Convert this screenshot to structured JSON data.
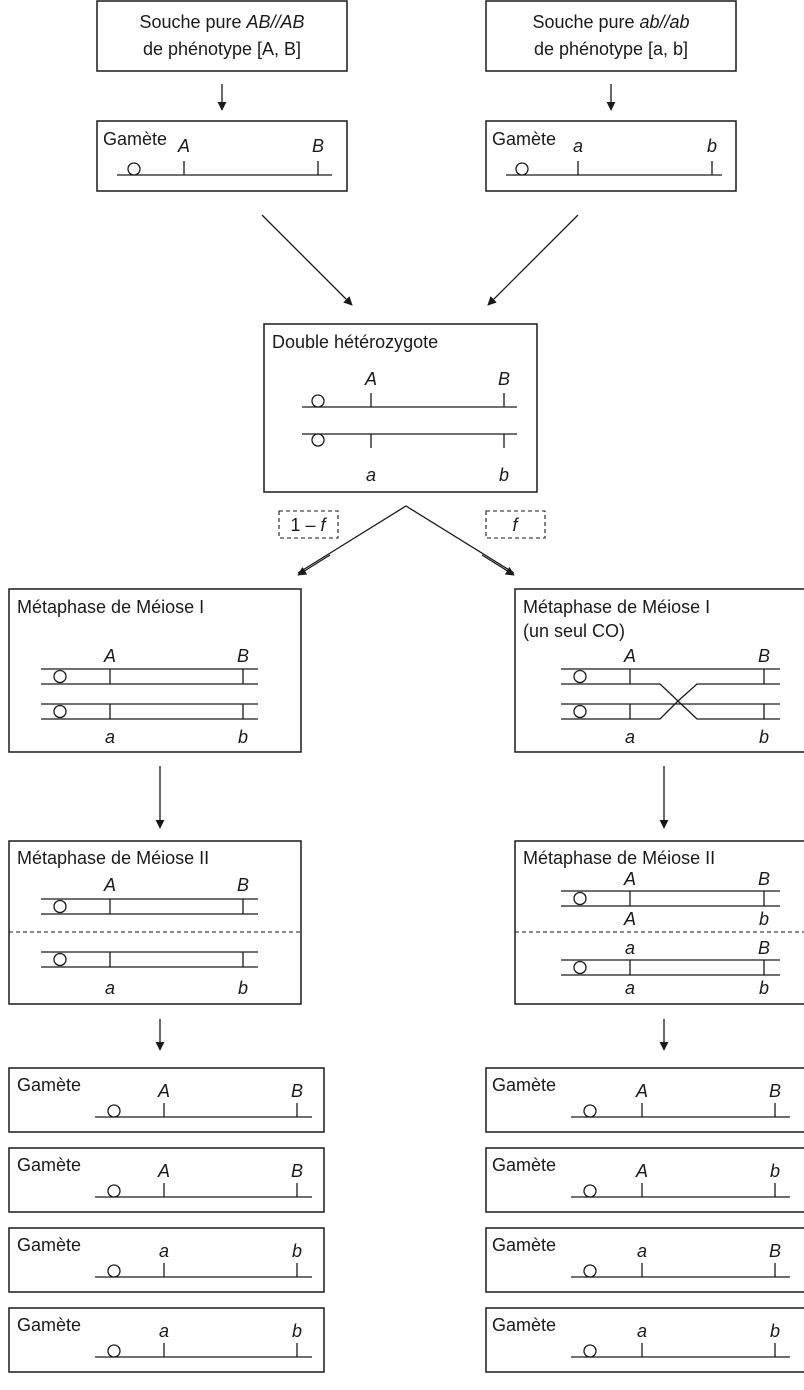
{
  "strain_left": {
    "prefix": "Souche pure ",
    "genotype": "AB//AB",
    "line2": "de phénotype [A, B]"
  },
  "strain_right": {
    "prefix": "Souche pure ",
    "genotype": "ab//ab",
    "line2": "de phénotype [a, b]"
  },
  "gamete_label": "Gamète",
  "parent_gamete_left": {
    "locus1": "A",
    "locus2": "B"
  },
  "parent_gamete_right": {
    "locus1": "a",
    "locus2": "b"
  },
  "hybrid": {
    "title": "Double hétérozygote",
    "top": [
      "A",
      "B"
    ],
    "bottom": [
      "a",
      "b"
    ]
  },
  "branch_left": {
    "n": "1 – ",
    "f": "f"
  },
  "branch_right": {
    "f": "f"
  },
  "meiosis1_left": {
    "title": "Métaphase de Méiose I",
    "top": [
      "A",
      "B"
    ],
    "bottom": [
      "a",
      "b"
    ]
  },
  "meiosis1_right": {
    "title": "Métaphase de Méiose I",
    "subtitle": "(un seul CO)",
    "top": [
      "A",
      "B"
    ],
    "bottom": [
      "a",
      "b"
    ]
  },
  "meiosis2_left": {
    "title": "Métaphase de Méiose II",
    "upper": [
      "A",
      "B"
    ],
    "lower": [
      "a",
      "b"
    ]
  },
  "meiosis2_right": {
    "title": "Métaphase de Méiose II",
    "upper_top": [
      "A",
      "B"
    ],
    "upper_bottom": [
      "A",
      "b"
    ],
    "lower_top": [
      "a",
      "B"
    ],
    "lower_bottom": [
      "a",
      "b"
    ]
  },
  "gametes_left": [
    [
      "A",
      "B"
    ],
    [
      "A",
      "B"
    ],
    [
      "a",
      "b"
    ],
    [
      "a",
      "b"
    ]
  ],
  "gametes_right": [
    [
      "A",
      "B"
    ],
    [
      "A",
      "b"
    ],
    [
      "a",
      "B"
    ],
    [
      "a",
      "b"
    ]
  ]
}
